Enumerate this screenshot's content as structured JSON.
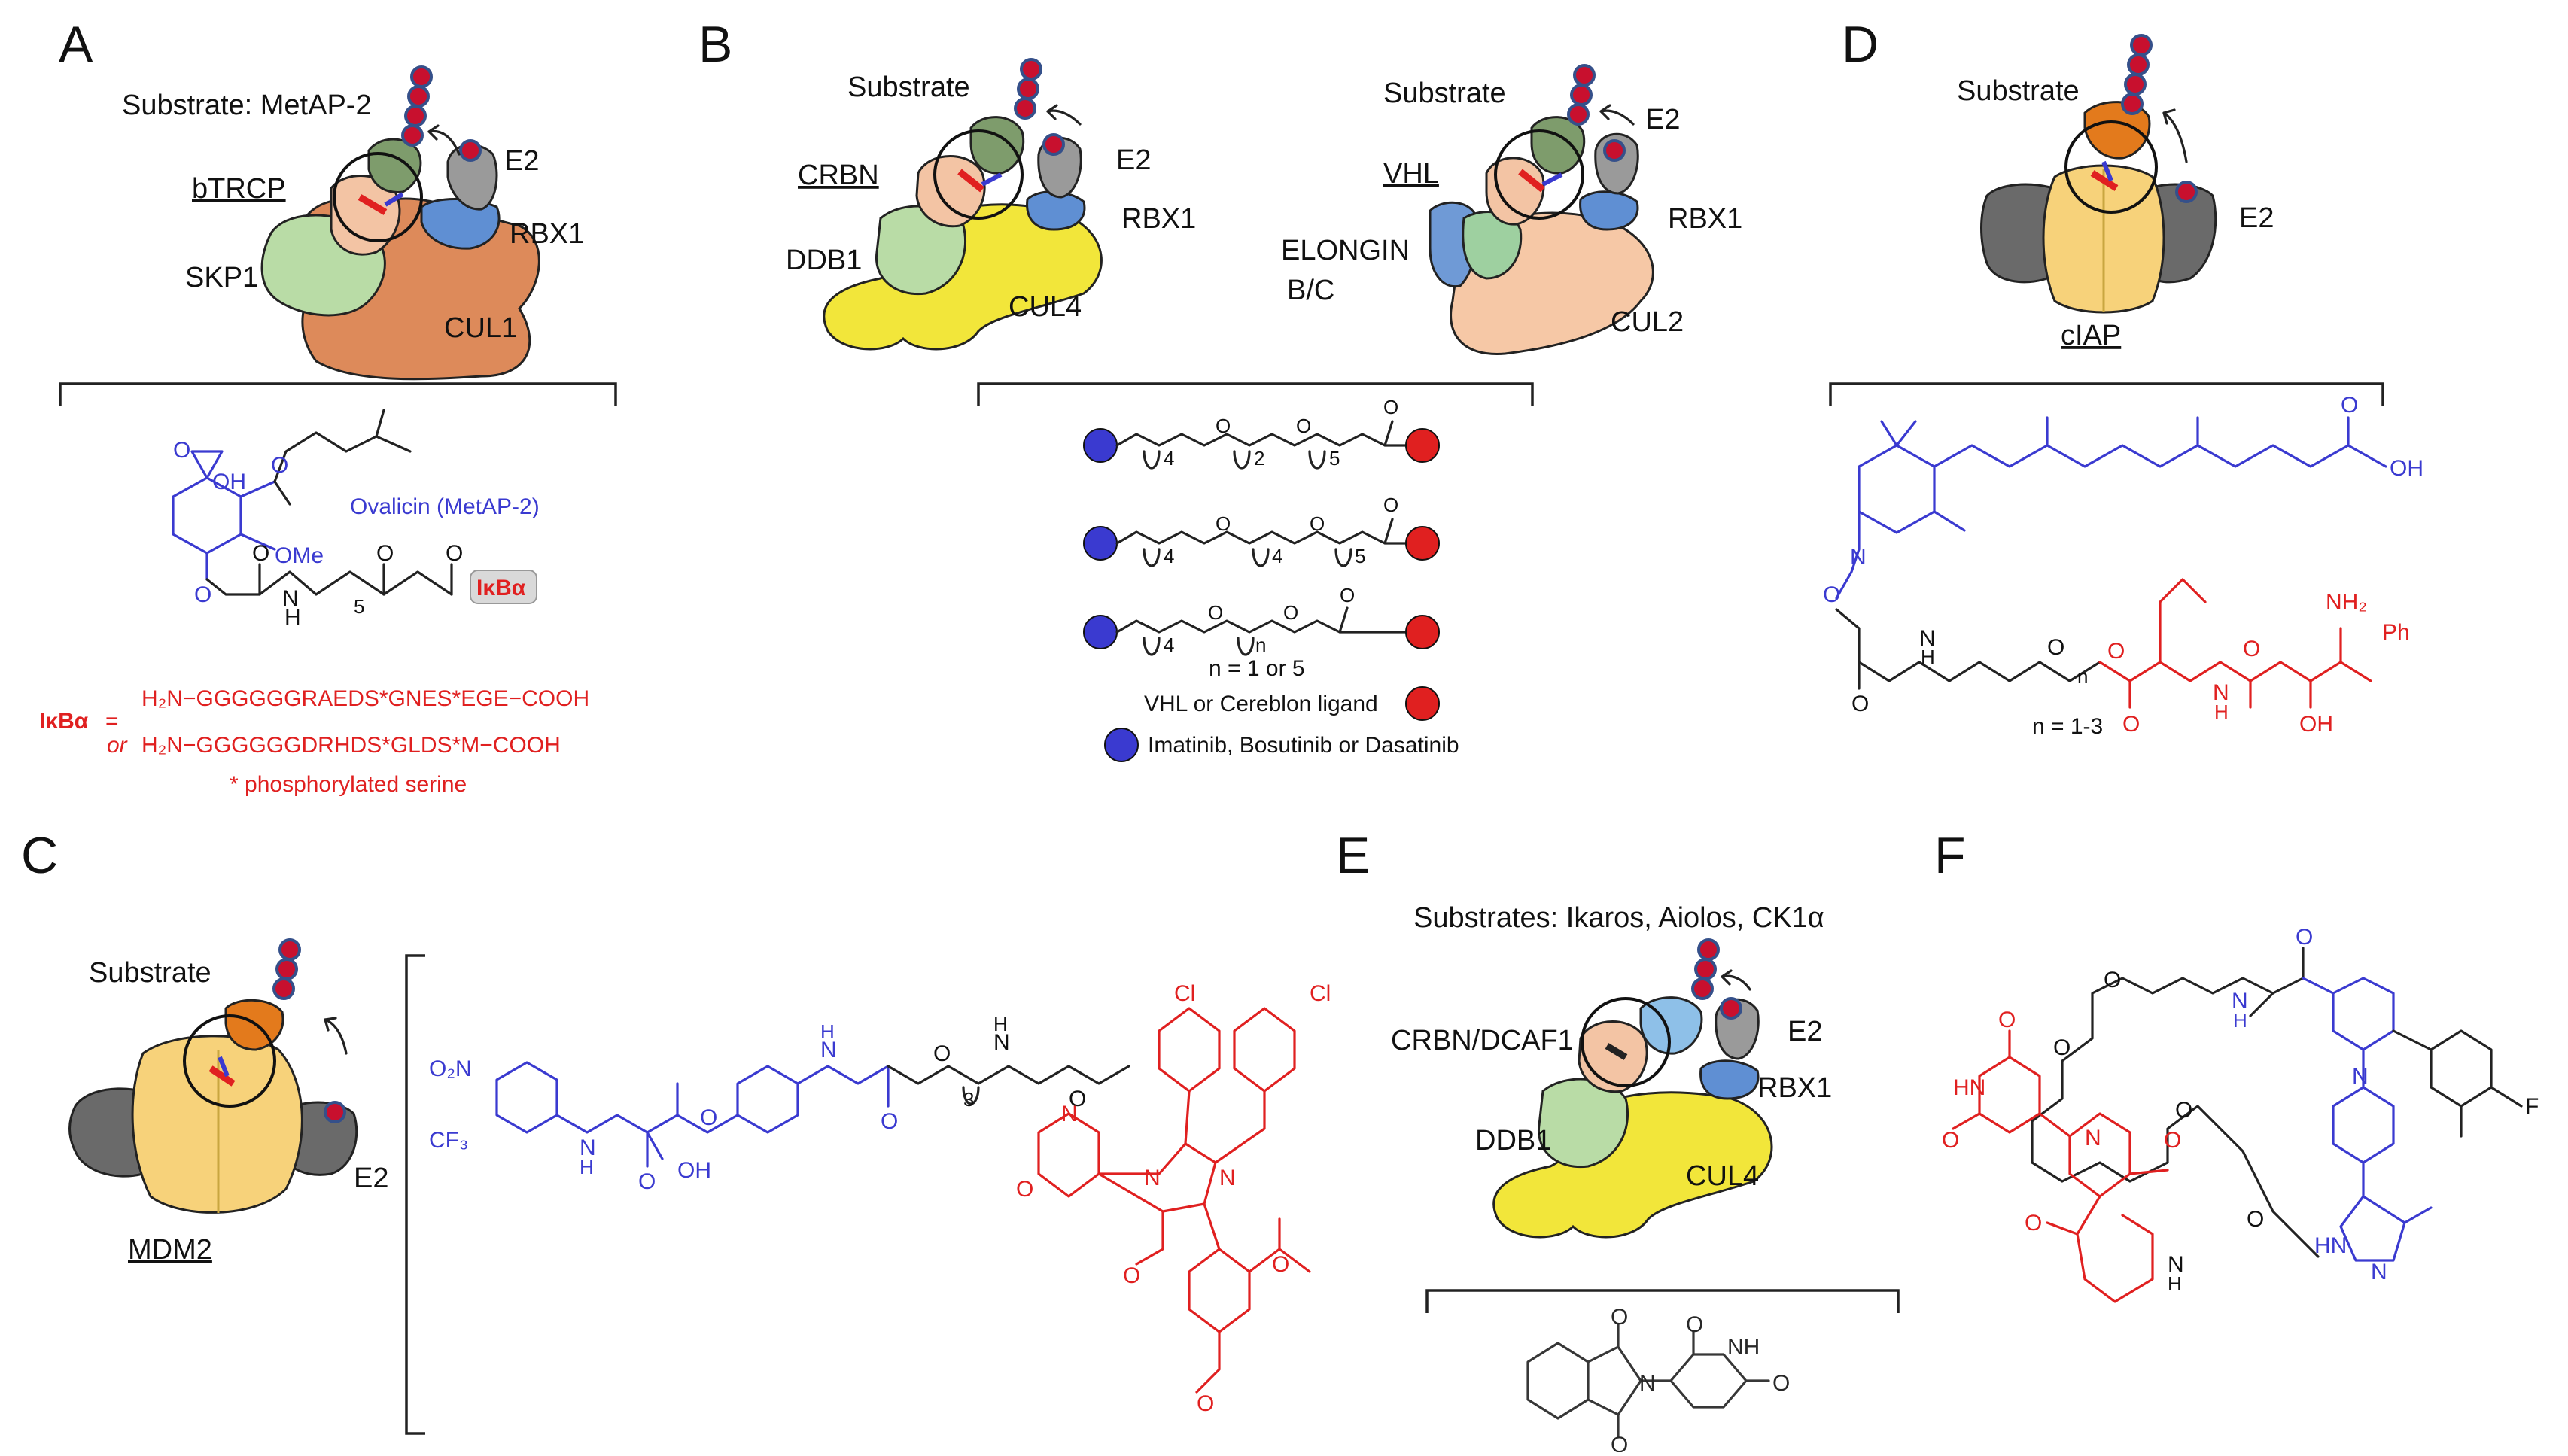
{
  "colors": {
    "ligand_blue": "#3a3ad0",
    "ligand_red": "#e02020",
    "cullin_orange": "#dd8a5a",
    "cul4_yellow": "#f2e63a",
    "adaptor_green": "#b9dca6",
    "e2_gray": "#9a9a9a",
    "rbx1_blue": "#5f8fd3",
    "substrate_green": "#7e9c6c",
    "substrate_orange": "#e37a1c",
    "receptor_peach": "#f3c4a4",
    "ubiquitin_red": "#c8102e",
    "ubiquitin_blue": "#35508a"
  },
  "panels": {
    "A": {
      "letter": "A",
      "substrate": "Substrate: MetAP-2",
      "receptor": "bTRCP",
      "e2": "E2",
      "rbx1": "RBX1",
      "adaptor": "SKP1",
      "cullin": "CUL1",
      "ligand_name": "Ovalicin (MetAP-2)",
      "oh": "OH",
      "ome": "OMe",
      "o_epox": "O",
      "o_ring": "O",
      "o_ester": "O",
      "o_carbonyl1": "O",
      "o_carbonyl2": "O",
      "nh": "N",
      "h": "H",
      "sub5": "5",
      "ikba_tag": "IκBα",
      "ikba_label": "IκBα",
      "eq": "=",
      "seq1": "H₂N−GGGGGGRAEDS*GNES*EGE−COOH",
      "or": "or",
      "seq2": "H₂N−GGGGGGDRHDS*GLDS*M−COOH",
      "footnote": "* phosphorylated serine"
    },
    "B": {
      "letter": "B",
      "substrate_left": "Substrate",
      "receptor_left": "CRBN",
      "e2_left": "E2",
      "rbx1_left": "RBX1",
      "adaptor_left": "DDB1",
      "cullin_left": "CUL4",
      "substrate_right": "Substrate",
      "receptor_right": "VHL",
      "e2_right": "E2",
      "rbx1_right": "RBX1",
      "adaptor_right_1": "ELONGIN",
      "adaptor_right_2": "B/C",
      "cullin_right": "CUL2",
      "linker1_subs": [
        "4",
        "2",
        "5"
      ],
      "linker2_subs": [
        "4",
        "4",
        "5"
      ],
      "linker3_subs": [
        "4",
        "n"
      ],
      "o": "O",
      "n_note": "n = 1 or 5",
      "legend_red": "VHL or Cereblon ligand",
      "legend_blue": "Imatinib, Bosutinib or Dasatinib"
    },
    "C": {
      "letter": "C",
      "substrate": "Substrate",
      "receptor": "MDM2",
      "e2": "E2",
      "no2": "O₂N",
      "cf3": "CF₃",
      "nh": "N",
      "h": "H",
      "oh": "OH",
      "o": "O",
      "n": "N",
      "sub3": "3",
      "cl1": "Cl",
      "cl2": "Cl"
    },
    "D": {
      "letter": "D",
      "substrate": "Substrate",
      "receptor": "cIAP",
      "e2": "E2",
      "oh_acid": "OH",
      "o": "O",
      "n": "N",
      "h": "H",
      "subn": "n",
      "nh2": "NH₂",
      "ph": "Ph",
      "oh": "OH",
      "n_note": "n = 1-3"
    },
    "E": {
      "letter": "E",
      "substrates": "Substrates: Ikaros, Aiolos, CK1α",
      "receptor": "CRBN/DCAF1",
      "e2": "E2",
      "rbx1": "RBX1",
      "adaptor": "DDB1",
      "cullin": "CUL4",
      "o": "O",
      "n": "N",
      "nh": "NH"
    },
    "F": {
      "letter": "F",
      "o": "O",
      "n": "N",
      "h": "H",
      "hn": "HN",
      "f": "F",
      "hn_im": "HN"
    }
  }
}
